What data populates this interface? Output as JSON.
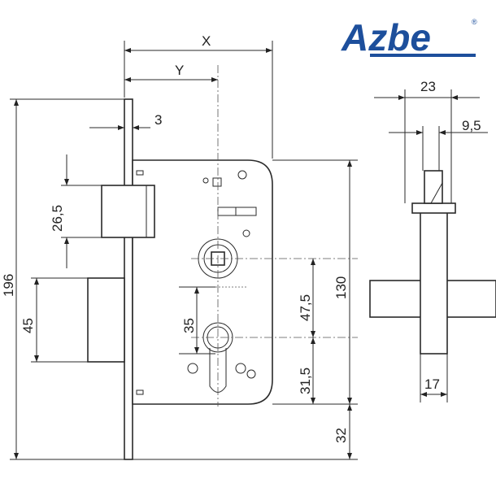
{
  "logo": {
    "text": "Azbe",
    "registered": "®",
    "color": "#1d4f9c"
  },
  "dimensions": {
    "x": "X",
    "y": "Y",
    "faceplate_thickness": "3",
    "height_total": "196",
    "latch_height": "26,5",
    "deadbolt_height": "45",
    "case_height": "130",
    "spindle_to_cylinder": "47,5",
    "cylinder_to_case": "31,5",
    "case_to_end": "32",
    "cylinder_offset": "35",
    "side_width": "23",
    "side_spindle": "9,5",
    "side_body": "17"
  }
}
